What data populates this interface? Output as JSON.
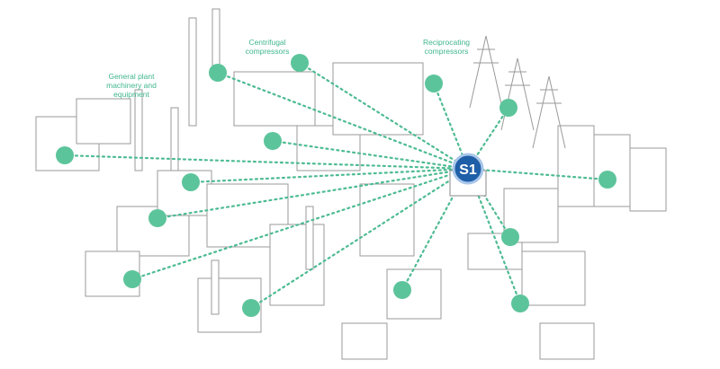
{
  "hub": {
    "label": "S1",
    "color": "#1f5fa8"
  },
  "labels": {
    "centrifugal": "Centrifugal compressors",
    "reciprocating": "Reciprocating compressors",
    "general": "General plant machinery and equipment"
  },
  "colors": {
    "node": "#5cc49b",
    "line": "#4dbb92",
    "outline": "#9a9a9a"
  }
}
